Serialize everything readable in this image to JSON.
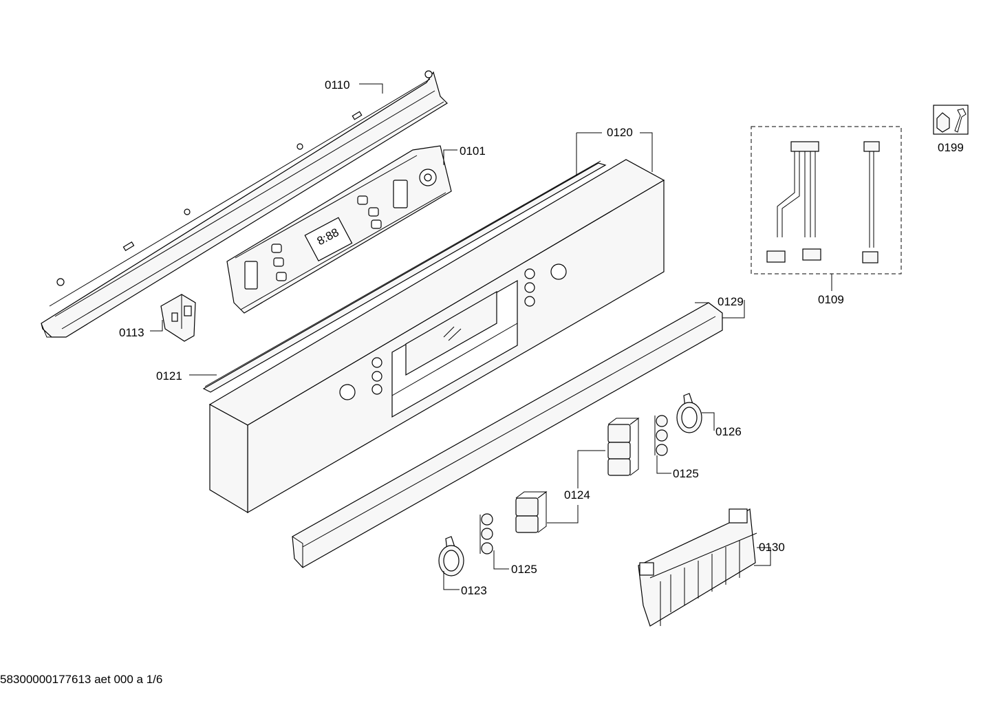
{
  "labels": {
    "p0110": "0110",
    "p0101": "0101",
    "p0120": "0120",
    "p0109": "0109",
    "p0199": "0199",
    "p0129": "0129",
    "p0113": "0113",
    "p0121": "0121",
    "p0126": "0126",
    "p0125a": "0125",
    "p0124": "0124",
    "p0125b": "0125",
    "p0130": "0130",
    "p0123": "0123"
  },
  "display_digits": "8:88",
  "footer": "58300000177613 aet 000 a 1/6"
}
